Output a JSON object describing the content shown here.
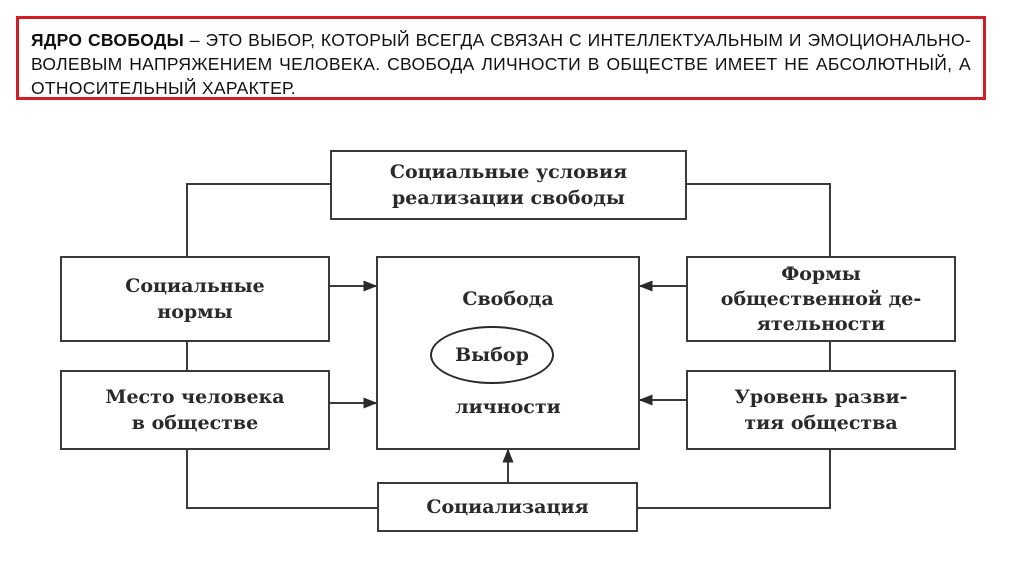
{
  "definition": {
    "term": "ЯДРО СВОБОДЫ",
    "text": " – ЭТО ВЫБОР, КОТОРЫЙ ВСЕГДА СВЯЗАН С ИНТЕЛЛЕКТУАЛЬНЫМ И ЭМОЦИОНАЛЬНО-ВОЛЕВЫМ НАПРЯЖЕНИЕМ ЧЕЛОВЕКА. СВОБОДА ЛИЧНОСТИ В ОБЩЕСТВЕ ИМЕЕТ НЕ АБСОЛЮТНЫЙ, А ОТНОСИТЕЛЬНЫЙ ХАРАКТЕР."
  },
  "diagram": {
    "top": "Социальные условия\nреализации свободы",
    "left_top": "Социальные\nнормы",
    "left_bottom": "Место человека\nв обществе",
    "right_top": "Формы\nобщественной де-\nятельности",
    "right_bottom": "Уровень разви-\nтия общества",
    "bottom": "Социализация",
    "center": {
      "title": "Свобода",
      "ellipse": "Выбор",
      "subtitle": "личности"
    }
  },
  "colors": {
    "border_accent": "#d21e26",
    "line": "#3a3a3a"
  }
}
